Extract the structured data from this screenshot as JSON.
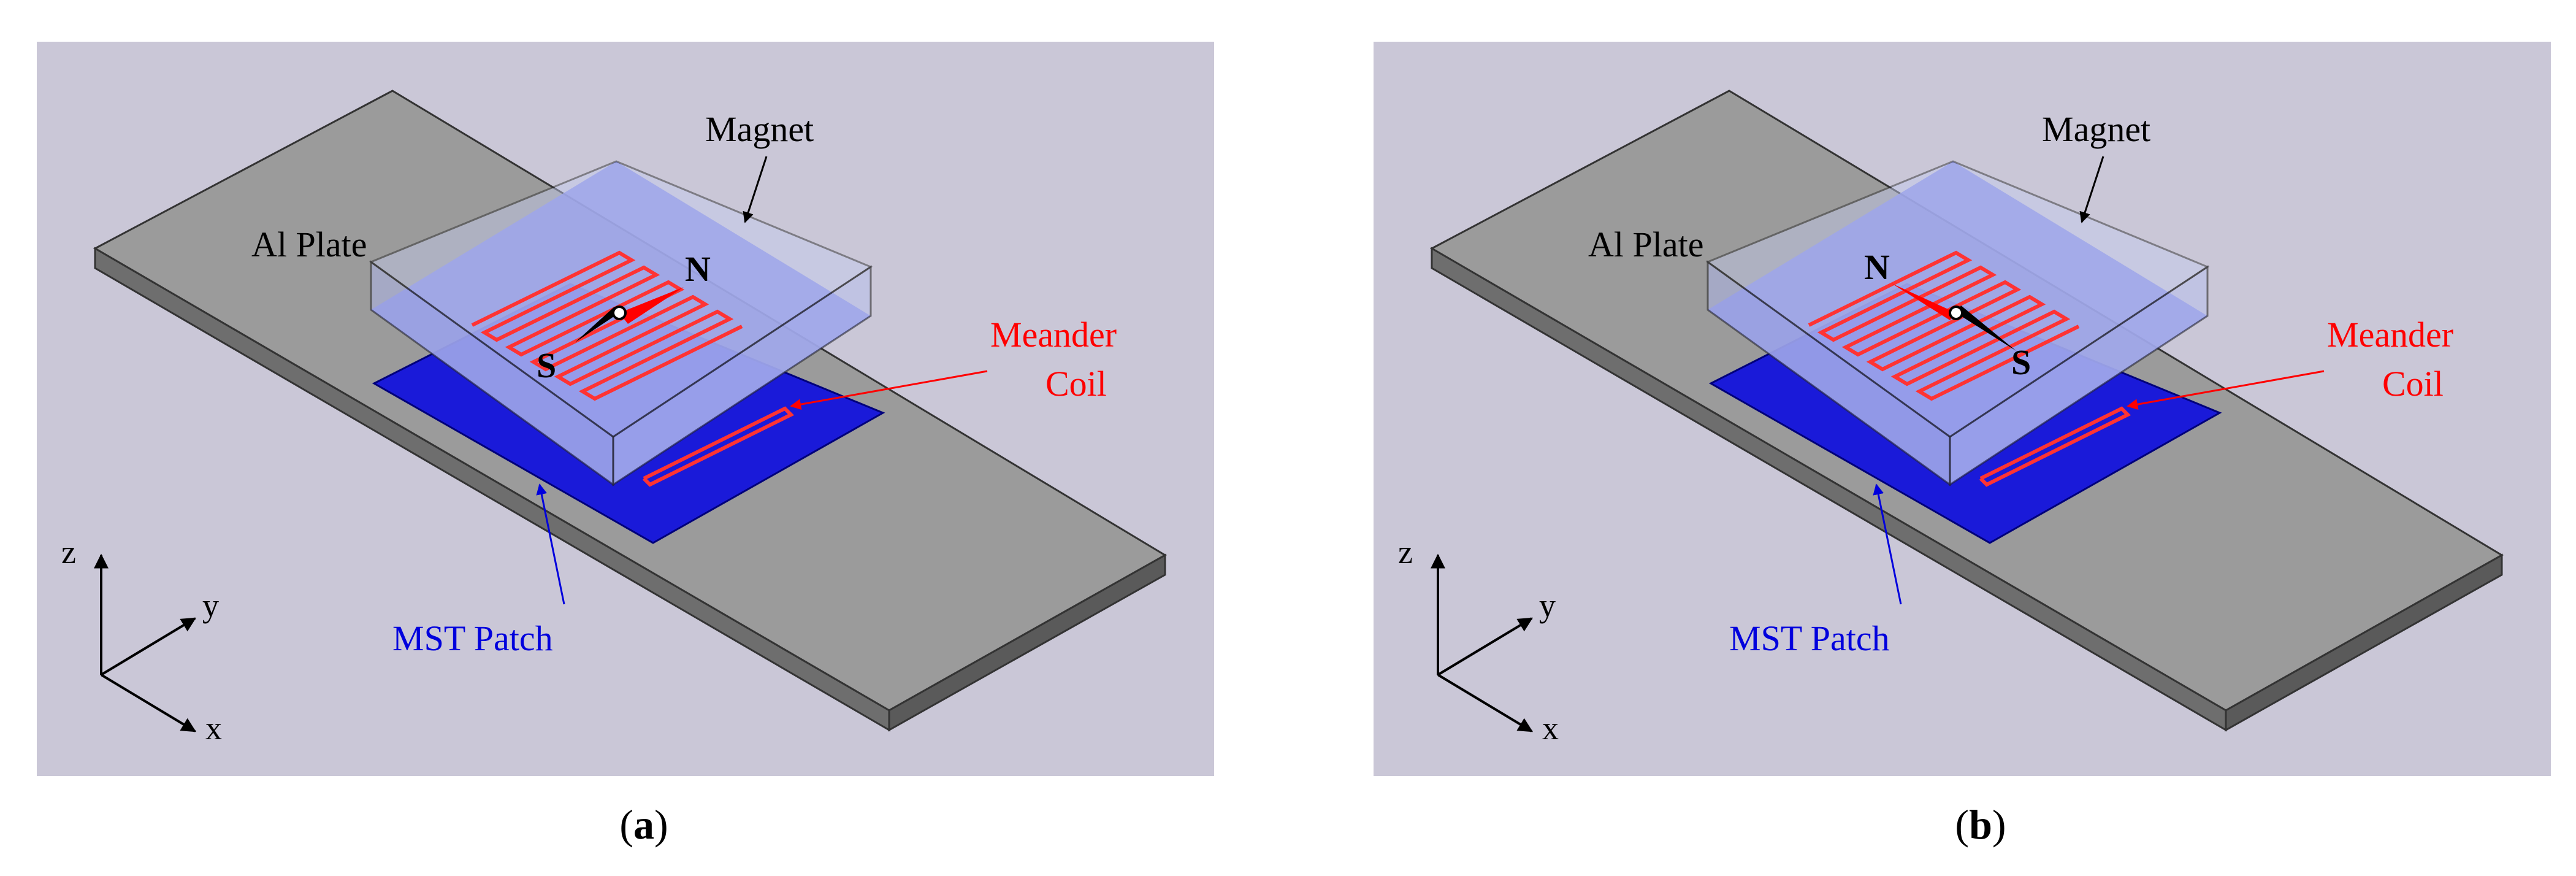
{
  "colors": {
    "background": "#cac7d7",
    "plate_top": "#9b9b9b",
    "plate_front": "#6e6e6e",
    "plate_side": "#5a5a5a",
    "patch": "#1a1ad9",
    "magnet_fill": "#a8b4e6",
    "coil": "#ff3333",
    "red_label": "#ff0000",
    "blue_label": "#0000dd",
    "north_arrow": "#ff0000",
    "south_arrow": "#000000"
  },
  "panels": [
    {
      "id": "a",
      "caption_letter": "a",
      "labels": {
        "magnet": "Magnet",
        "plate": "Al Plate",
        "coil_line1": "Meander",
        "coil_line2": "Coil",
        "patch": "MST Patch",
        "north": "N",
        "south": "S"
      },
      "axes": {
        "z": "z",
        "y": "y",
        "x": "x"
      }
    },
    {
      "id": "b",
      "caption_letter": "b",
      "labels": {
        "magnet": "Magnet",
        "plate": "Al Plate",
        "coil_line1": "Meander",
        "coil_line2": "Coil",
        "patch": "MST Patch",
        "north": "N",
        "south": "S"
      },
      "axes": {
        "z": "z",
        "y": "y",
        "x": "x"
      }
    }
  ]
}
